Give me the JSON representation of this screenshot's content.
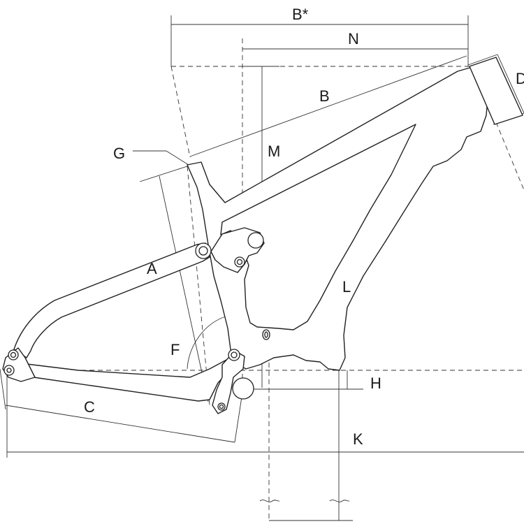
{
  "labels": {
    "A": "A",
    "B": "B",
    "B_star": "B*",
    "C": "C",
    "D": "D",
    "F": "F",
    "G": "G",
    "H": "H",
    "K": "K",
    "L": "L",
    "M": "M",
    "N": "N"
  }
}
